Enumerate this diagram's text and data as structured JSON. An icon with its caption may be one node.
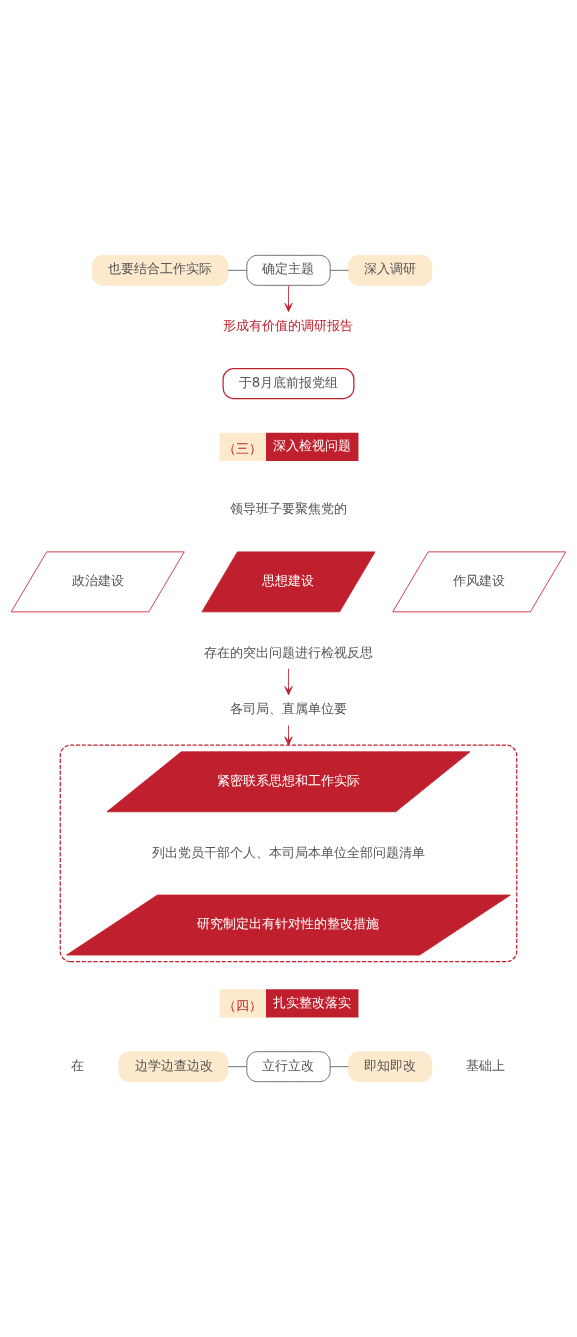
{
  "diagram": {
    "nodes": [
      {
        "text": [
          "也要结合工作实际"
        ]
      },
      {
        "text": [
          "确定主题"
        ]
      },
      {
        "text": [
          "深入调研"
        ]
      },
      {
        "text": [
          "形成有价值的调研报告"
        ]
      },
      {
        "text": [
          "于8月底前报党组"
        ]
      },
      {
        "text": [
          "深入检视问题"
        ],
        "beside": [
          "（三）"
        ]
      },
      {
        "text": [
          "领导班子要聚焦党的"
        ]
      },
      {
        "text": [
          "政治建设"
        ]
      },
      {
        "text": [
          "思想建设"
        ]
      },
      {
        "text": [
          "作风建设"
        ]
      },
      {
        "text": [
          "存在的突出问题进行检视反思"
        ]
      },
      {
        "text": [
          "各司局、直属单位要"
        ]
      },
      {
        "text": [],
        "shape": "box"
      },
      {
        "text": [
          "紧密联系思想和工作实际"
        ],
        "in": 12
      },
      {
        "text": [
          "列出党员干部个人、本司局本单位全部问题清单"
        ],
        "in": 12
      },
      {
        "text": [
          "研究制定出有针对性的整改措施"
        ],
        "in": 12
      },
      {
        "text": [
          "扎实整改落实"
        ],
        "beside": [
          "（四）"
        ]
      },
      {
        "text": [
          "边学边查边改"
        ]
      },
      {
        "text": [
          "立行立改"
        ]
      },
      {
        "text": [
          "即知即改"
        ]
      }
    ],
    "edges": [
      {
        "from": 0,
        "to": 1,
        "arrow": "none"
      },
      {
        "from": 1,
        "to": 2,
        "arrow": "none"
      },
      {
        "from": 1,
        "to": 3,
        "arrow": "to",
        "color": "#c0202e"
      },
      {
        "from": 10,
        "to": 11,
        "arrow": "to",
        "color": "#c0202e"
      },
      {
        "from": 11,
        "to": 12,
        "arrow": "to",
        "color": "#c0202e"
      },
      {
        "from": 17,
        "to": 18,
        "arrow": "none"
      },
      {
        "from": 18,
        "to": 19,
        "arrow": "none"
      }
    ],
    "labels": [
      "在",
      "基础上"
    ]
  }
}
